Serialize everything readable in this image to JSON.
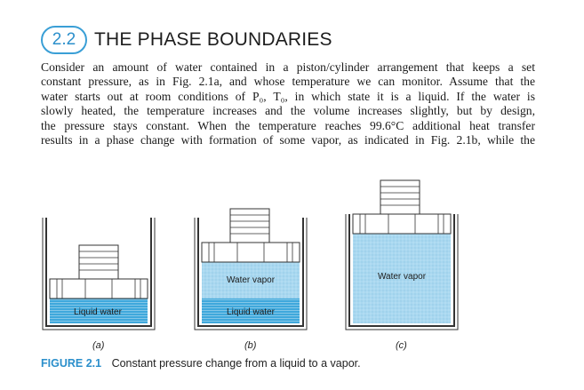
{
  "section": {
    "number": "2.2",
    "title": "THE PHASE BOUNDARIES"
  },
  "paragraph": {
    "lines": [
      "Consider an amount of water contained in a piston/cylinder arrangement that keeps a set",
      "constant pressure, as in Fig. 2.1a, and whose temperature we can monitor. Assume that the",
      "water starts out at room conditions of P₀, T₀, in which state it is a liquid. If the water is",
      "slowly heated, the temperature increases and the volume increases slightly, but by design,",
      "the pressure stays constant. When the temperature reaches 99.6°C additional heat transfer",
      "results in a phase change with formation of some vapor, as indicated in Fig. 2.1b, while the"
    ]
  },
  "figure": {
    "panels": [
      {
        "label": "(a)",
        "fluid_labels": [
          "Liquid water"
        ]
      },
      {
        "label": "(b)",
        "fluid_labels": [
          "Water vapor",
          "Liquid water"
        ]
      },
      {
        "label": "(c)",
        "fluid_labels": [
          "Water vapor"
        ]
      }
    ],
    "caption_number": "FIGURE 2.1",
    "caption_text": "Constant pressure change from a liquid to a vapor.",
    "colors": {
      "liquid": "#3fa8dc",
      "vapor": "#a9d8f0",
      "accent": "#2b8fcb",
      "outline": "#333333"
    }
  }
}
